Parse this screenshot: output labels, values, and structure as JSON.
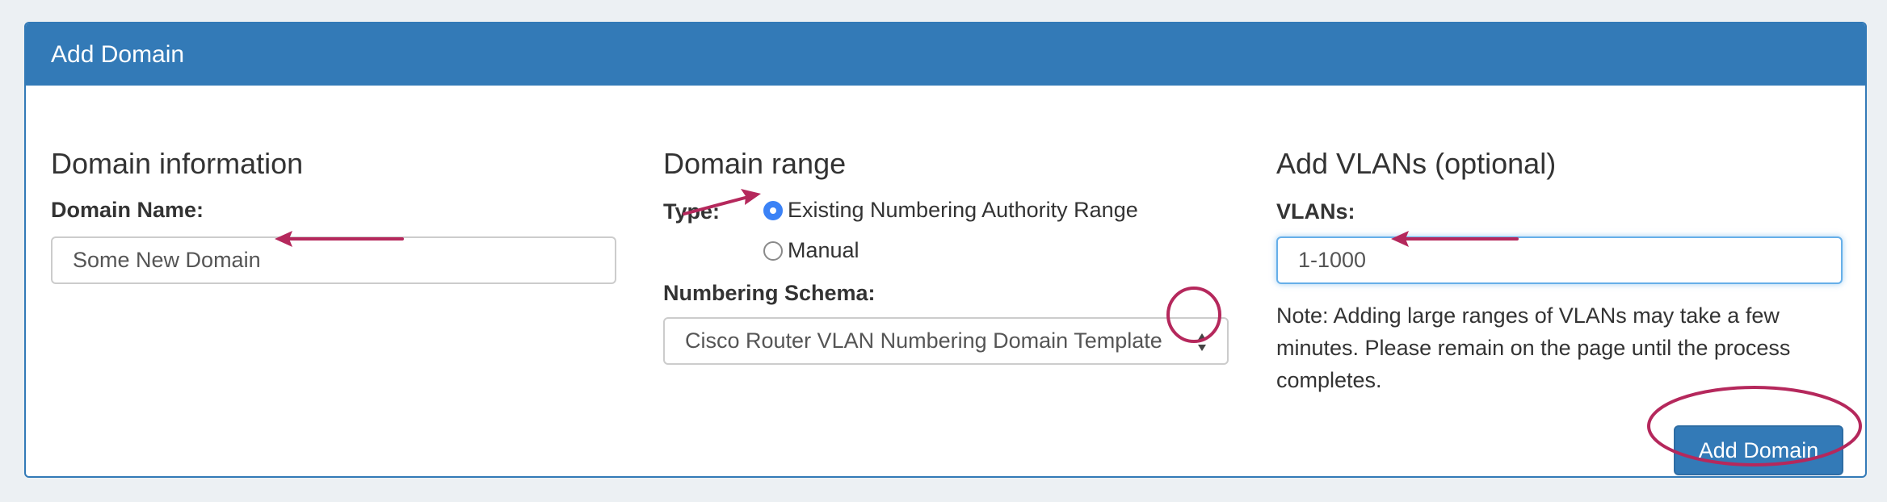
{
  "panel": {
    "title": "Add Domain"
  },
  "domain_info": {
    "heading": "Domain information",
    "name_label": "Domain Name:",
    "name_value": "Some New Domain"
  },
  "domain_range": {
    "heading": "Domain range",
    "type_label": "Type:",
    "type_options": [
      "Existing Numbering Authority Range",
      "Manual"
    ],
    "selected_type": "Existing Numbering Authority Range",
    "schema_label": "Numbering Schema:",
    "schema_value": "Cisco Router VLAN Numbering Domain Template"
  },
  "vlans": {
    "heading": "Add VLANs (optional)",
    "label": "VLANs:",
    "value": "1-1000",
    "note": "Note: Adding large ranges of VLANs may take a few minutes. Please remain on the page until the process completes."
  },
  "actions": {
    "submit_label": "Add Domain"
  },
  "colors": {
    "primary": "#337ab7",
    "annotation": "#b5285c",
    "radio_checked": "#3b82f6"
  },
  "icons": {
    "select_arrows": "up-down-caret-icon",
    "annotation_arrow": "arrow-icon",
    "annotation_circle": "highlight-circle"
  }
}
